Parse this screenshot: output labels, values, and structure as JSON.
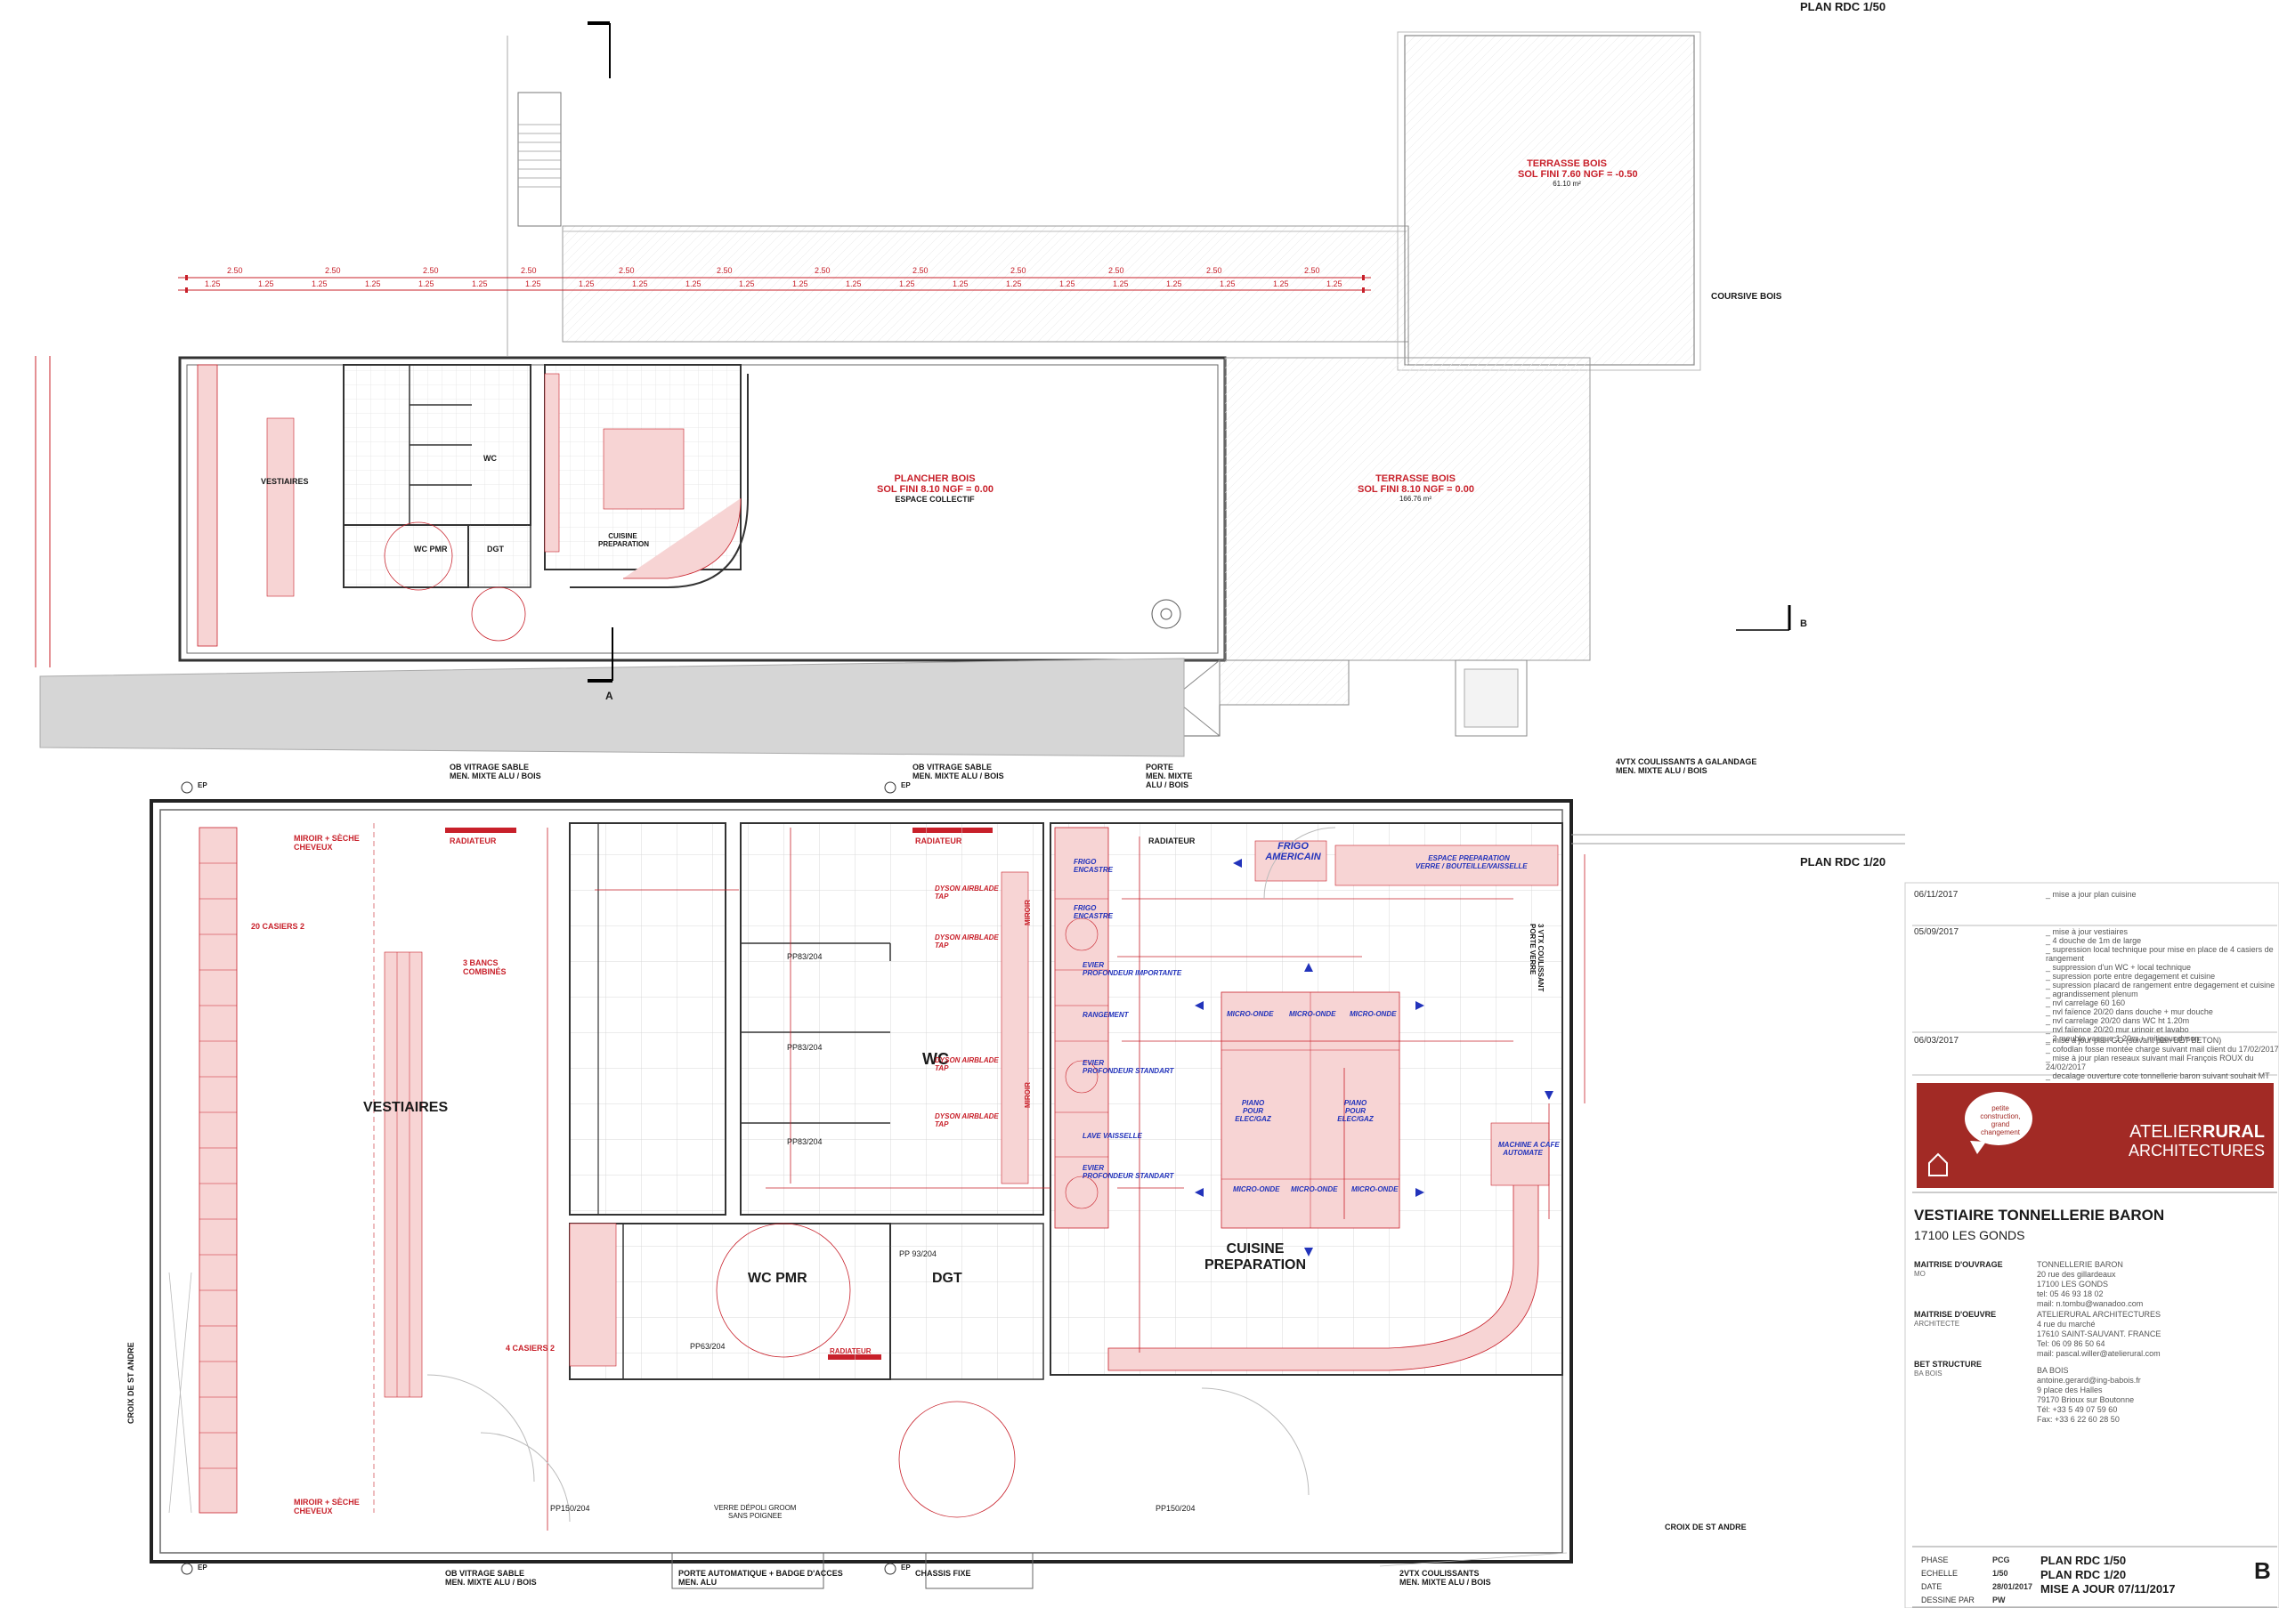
{
  "sheet_title": "PLAN RDC 1/50",
  "upper_plan": {
    "label_plan": "PLAN RDC 1/50",
    "terrasse_haut": {
      "line1": "TERRASSE BOIS",
      "line2": "SOL FINI 7.60 NGF = -0.50",
      "area": "61.10 m²"
    },
    "coursive": "COURSIVE BOIS",
    "plancher": {
      "line1": "PLANCHER BOIS",
      "line2": "SOL FINI 8.10 NGF = 0.00",
      "line3": "ESPACE COLLECTIF"
    },
    "terrasse_bas": {
      "line1": "TERRASSE BOIS",
      "line2": "SOL FINI 8.10 NGF = 0.00",
      "area": "166.76 m²"
    },
    "vestiaires": "VESTIAIRES",
    "wc": "WC",
    "wc_pmr": "WC PMR",
    "dgt": "DGT",
    "cuisine": {
      "line1": "CUISINE",
      "line2": "PREPARATION"
    },
    "section_a": "A",
    "section_b": "B",
    "dims_row1": [
      "2.50",
      "2.50",
      "2.50",
      "2.50",
      "2.50",
      "2.50",
      "2.50",
      "2.50",
      "2.50",
      "2.50",
      "2.50",
      "2.50"
    ],
    "dims_row2": [
      "1.25",
      "1.25",
      "1.25",
      "1.25",
      "1.25",
      "1.25",
      "1.25",
      "1.25",
      "1.25",
      "1.25",
      "1.25",
      "1.25",
      "1.25",
      "1.25",
      "1.25",
      "1.25",
      "1.25",
      "1.25",
      "1.25",
      "1.25",
      "1.25",
      "1.25"
    ]
  },
  "lower_plan": {
    "label_plan": "PLAN RDC 1/20",
    "ob1": {
      "line1": "OB VITRAGE SABLE",
      "line2": "MEN. MIXTE ALU / BOIS"
    },
    "ob2": {
      "line1": "OB VITRAGE SABLE",
      "line2": "MEN. MIXTE ALU / BOIS"
    },
    "porte_top": {
      "line1": "PORTE",
      "line2": "MEN. MIXTE",
      "line3": "ALU / BOIS"
    },
    "vtx_top": {
      "line1": "4VTX COULISSANTS A GALANDAGE",
      "line2": "MEN. MIXTE ALU / BOIS"
    },
    "ep": "EP",
    "radiateur": "RADIATEUR",
    "miroir_top": {
      "line1": "MIROIR + SÈCHE",
      "line2": "CHEVEUX"
    },
    "miroir_bottom": {
      "line1": "MIROIR + SÈCHE",
      "line2": "CHEVEUX"
    },
    "casiers20": "20 CASIERS 2",
    "bancs": {
      "line1": "3 BANCS",
      "line2": "COMBINÉS"
    },
    "casiers4": "4 CASIERS 2",
    "vestiaires": "VESTIAIRES",
    "croix": "CROIX DE ST ANDRE",
    "wc": "WC",
    "wc_pmr": "WC PMR",
    "dgt": "DGT",
    "cuisine": {
      "line1": "CUISINE",
      "line2": "PREPARATION"
    },
    "frigo_americain": {
      "line1": "FRIGO",
      "line2": "AMERICAIN"
    },
    "espace_prep": {
      "line1": "ESPACE PREPARATION",
      "line2": "VERRE / BOUTEILLE/VAISSELLE"
    },
    "frigo_encastre": {
      "line1": "FRIGO",
      "line2": "ENCASTRE"
    },
    "evier_prof": {
      "line1": "EVIER",
      "line2": "PROFONDEUR IMPORTANTE"
    },
    "rangement": "RANGEMENT",
    "evier_std": {
      "line1": "EVIER",
      "line2": "PROFONDEUR STANDART"
    },
    "lave_vaisselle": "LAVE VAISSELLE",
    "dyson": {
      "line1": "DYSON AIRBLADE",
      "line2": "TAP"
    },
    "miroir_wc": "MIROIR",
    "micro_onde": "MICRO-ONDE",
    "piano": {
      "line1": "PIANO",
      "line2": "POUR",
      "line3": "ELEC/GAZ"
    },
    "machine_cafe": {
      "line1": "MACHINE A CAFE",
      "line2": "AUTOMATE"
    },
    "vtx_coulissant": {
      "line1": "3 VTX COULISSANT",
      "line2": "PORTE VERRE"
    },
    "radiateur_right": "RADIATEUR",
    "pp83": "PP83/204",
    "pp93": "PP 93/204",
    "pp63": "PP63/204",
    "pp150": "PP150/204",
    "verre_depoli": {
      "line1": "VERRE DÉPOLI GROOM",
      "line2": "SANS POIGNEE"
    },
    "ob3": {
      "line1": "OB VITRAGE SABLE",
      "line2": "MEN. MIXTE ALU / BOIS"
    },
    "porte_auto": {
      "line1": "PORTE AUTOMATIQUE + BADGE D'ACCES",
      "line2": "MEN. ALU"
    },
    "chassis": "CHASSIS FIXE",
    "vtx2": {
      "line1": "2VTX COULISSANTS",
      "line2": "MEN. MIXTE ALU / BOIS"
    }
  },
  "title_block": {
    "revisions": [
      {
        "date": "06/11/2017",
        "text": "_ mise a jour plan cuisine"
      },
      {
        "date": "05/09/2017",
        "text": "_ mise à jour vestiaires\n_ 4 douche de 1m de large\n_ supression local technique pour mise en place de 4 casiers de rangement\n_ suppression d'un WC + local technique\n_ supression porte entre degagement et cuisine\n_ supression placard de rangement entre degagement et cuisine\n_ agrandissement plenum\n_ nvl carrelage 60 160\n_ nvl faïence 20/20 dans douche + mur douche\n_ nvl carrelage 20/20 dans WC ht 1.20m\n_ nvl faïence 20/20 mur urinoir et lavabo\n_ 2 meuble vasque 1.20m + mitigeur dyson"
      },
      {
        "date": "06/03/2017",
        "text": "_ mise à jour plan GO (suivant plan BET BETON)\n_ cofodlan fosse montée charge suivant mail client du 17/02/2017\n_ mise à jour plan reseaux suivant mail François ROUX du 24/02/2017\n_ decalage ouverture cote tonnellerie baron suivant souhait MT"
      }
    ],
    "logo_tagline": "petite construction, grand changement",
    "logo_name1": "ATELIER",
    "logo_name2": "RURAL",
    "logo_name3": "ARCHITECTURES",
    "project": "VESTIAIRE TONNELLERIE BARON",
    "location": "17100 LES GONDS",
    "mo_label": "MAITRISE D'OUVRAGE",
    "mo_sub": "MO",
    "mo_value": "TONNELLERIE BARON\n20 rue des gillardeaux\n17100 LES GONDS\ntel: 05 46 93 18 02\nmail: n.tombu@wanadoo.com",
    "moe_label": "MAITRISE D'OEUVRE",
    "moe_sub": "ARCHITECTE",
    "moe_value": "ATELIERURAL ARCHITECTURES\n4 rue du marché\n17610 SAINT-SAUVANT. FRANCE\nTel: 06 09 86 50 64\nmail: pascal.willer@atelierural.com",
    "bet_label": "BET STRUCTURE",
    "bet_sub": "BA BOIS",
    "bet_value": "BA BOIS\nantoine.gerard@ing-babois.fr\n9 place des Halles\n79170 Brioux sur Boutonne\nTél: +33 5 49 07 59 60\nFax: +33 6 22 60 28 50",
    "phase_label": "PHASE",
    "phase": "PCG",
    "echelle_label": "ECHELLE",
    "echelle": "1/50",
    "date_label": "DATE",
    "date": "28/01/2017",
    "dessine_label": "DESSINE PAR",
    "dessine": "PW",
    "plan1": "PLAN RDC 1/50",
    "plan2": "PLAN RDC 1/20",
    "update": "MISE A JOUR 07/11/2017",
    "index": "B"
  },
  "colors": {
    "red": "#c8202a",
    "pink": "#f7d4d4",
    "blue": "#2233bb",
    "brand": "#a22a25"
  }
}
